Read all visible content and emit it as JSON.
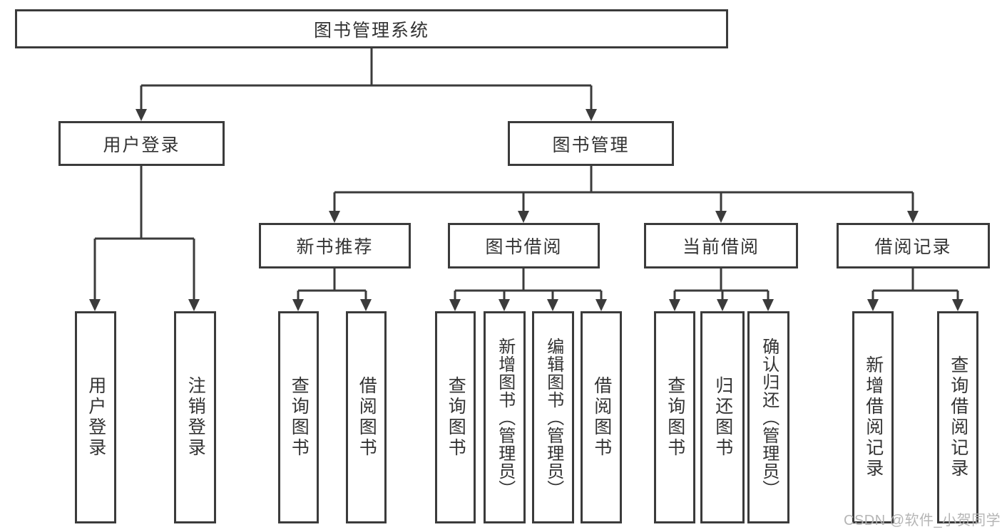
{
  "diagram": {
    "root": {
      "label": "图书管理系统"
    },
    "level2": [
      {
        "label": "用户登录"
      },
      {
        "label": "图书管理"
      }
    ],
    "level3": [
      {
        "label": "新书推荐",
        "parent": "图书管理"
      },
      {
        "label": "图书借阅",
        "parent": "图书管理"
      },
      {
        "label": "当前借阅",
        "parent": "图书管理"
      },
      {
        "label": "借阅记录",
        "parent": "图书管理"
      }
    ],
    "leaves": [
      {
        "label": "用户登录",
        "parent": "用户登录"
      },
      {
        "label": "注销登录",
        "parent": "用户登录"
      },
      {
        "label": "查询图书",
        "parent": "新书推荐"
      },
      {
        "label": "借阅图书",
        "parent": "新书推荐"
      },
      {
        "label": "查询图书",
        "parent": "图书借阅"
      },
      {
        "label": "新增图书（管理员）",
        "parent": "图书借阅"
      },
      {
        "label": "编辑图书（管理员）",
        "parent": "图书借阅"
      },
      {
        "label": "借阅图书",
        "parent": "图书借阅"
      },
      {
        "label": "查询图书",
        "parent": "当前借阅"
      },
      {
        "label": "归还图书",
        "parent": "当前借阅"
      },
      {
        "label": "确认归还（管理员）",
        "parent": "当前借阅"
      },
      {
        "label": "新增借阅记录",
        "parent": "借阅记录"
      },
      {
        "label": "查询借阅记录",
        "parent": "借阅记录"
      }
    ]
  },
  "watermark": "CSDN @软件_小贺同学",
  "colors": {
    "line": "#3b3b3b",
    "text": "#333333",
    "watermark": "#b2b2b2",
    "background": "#ffffff"
  }
}
